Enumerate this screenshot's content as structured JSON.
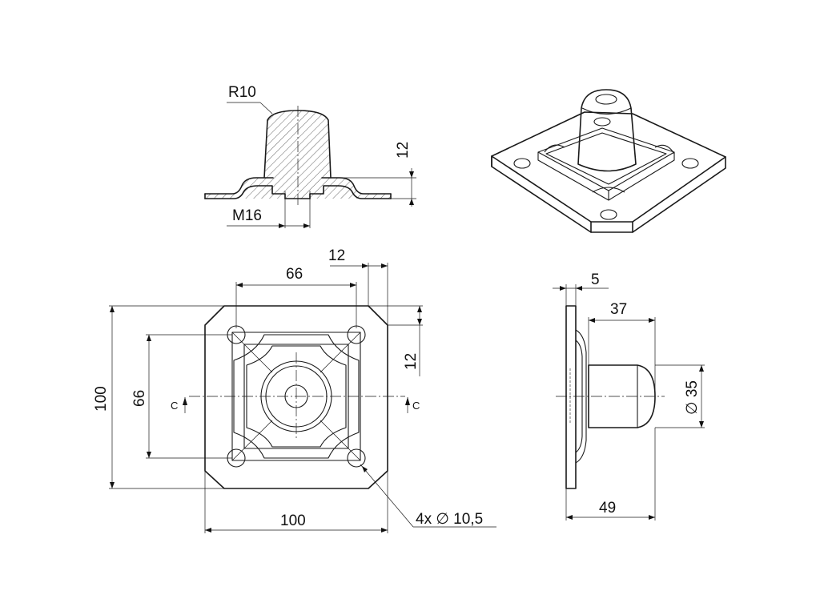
{
  "drawing": {
    "section_view": {
      "radius_label": "R10",
      "height_label": "12",
      "thread_label": "M16"
    },
    "plan_view": {
      "hole_spacing_label": "66",
      "corner_chamfer_label": "12",
      "overall_width_label": "100",
      "overall_height_label": "100",
      "vertical_hole_spacing_label": "66",
      "chamfer_vertical_label": "12",
      "section_marker_left": "C",
      "section_marker_right": "C",
      "holes_callout": "4x ∅ 10,5"
    },
    "side_view": {
      "plate_thickness_label": "5",
      "pin_length_label": "37",
      "pin_diameter_label": "∅ 35",
      "overall_height_label": "49"
    }
  }
}
